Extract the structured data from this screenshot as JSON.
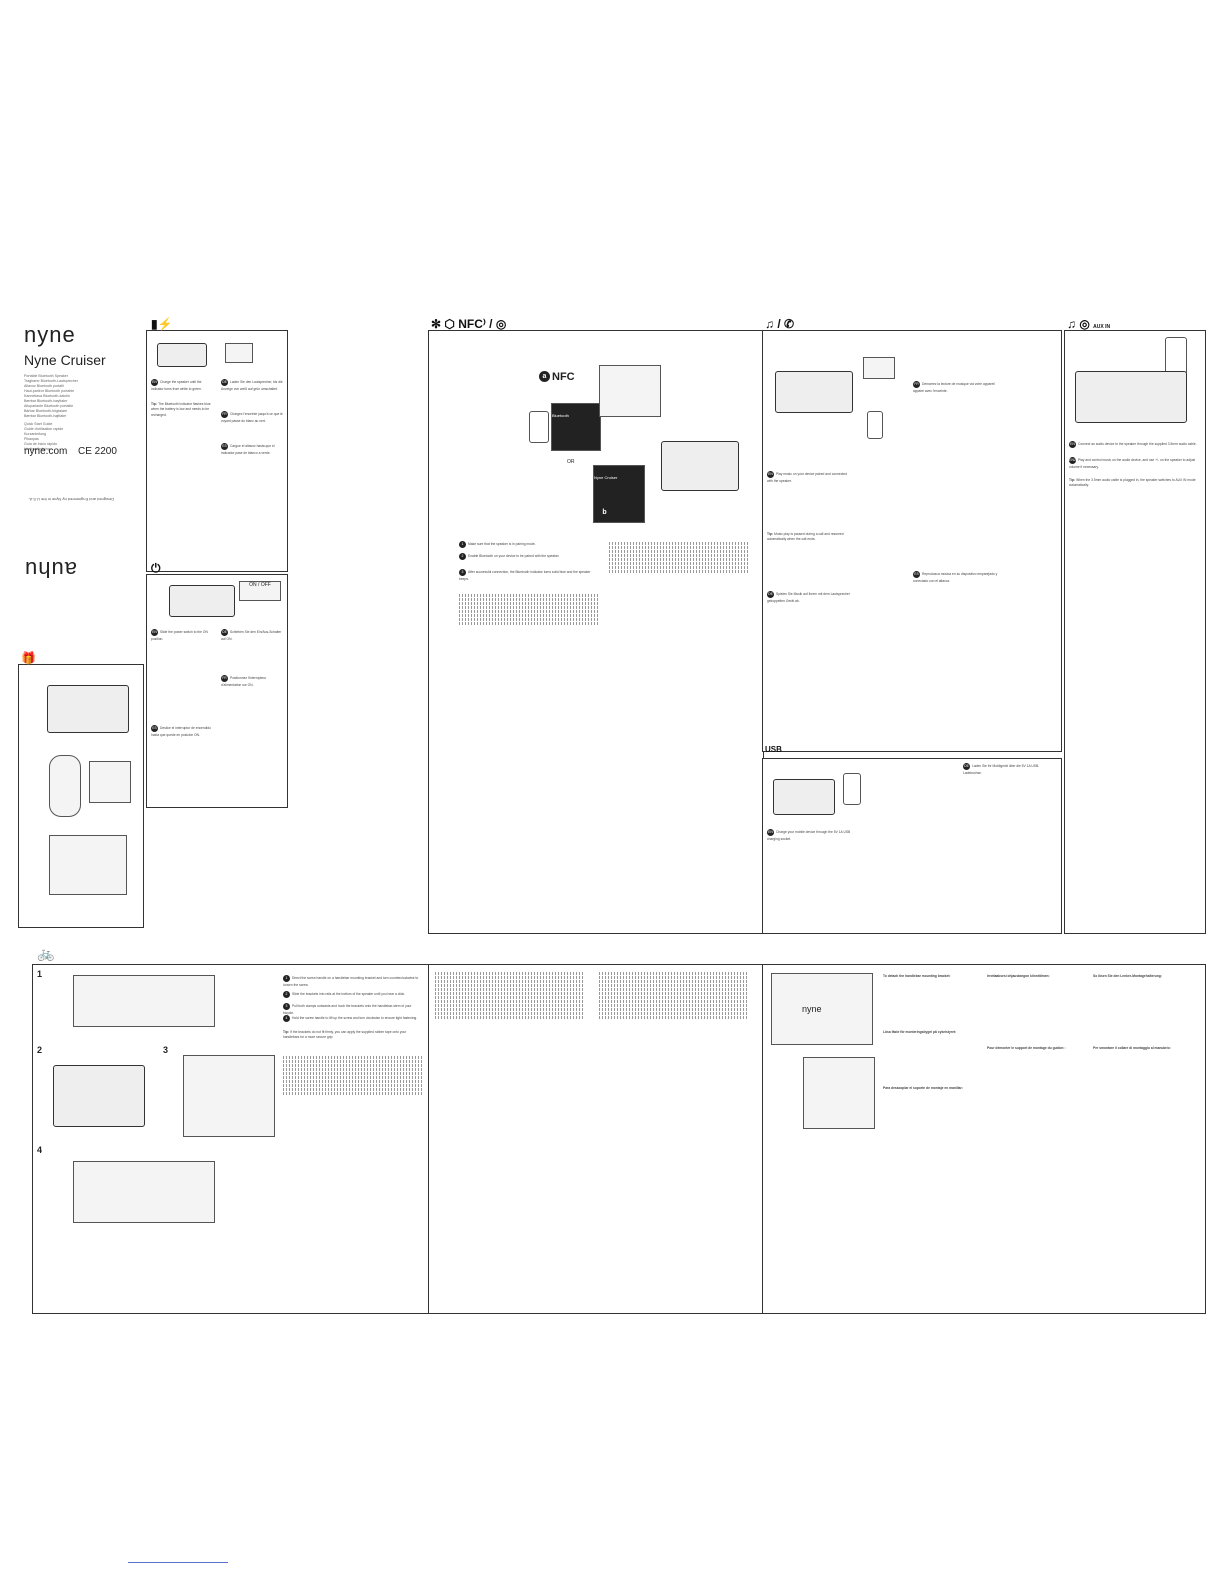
{
  "brand": {
    "logo": "nyne",
    "product": "Nyne Cruiser",
    "languages": [
      "Portable Bluetooth Speaker",
      "Tragbarer Bluetooth-Lautsprecher",
      "Altavoz Bluetooth portátil",
      "Haut-parleur Bluetooth portable",
      "Kannettava Bluetooth-kaiutin",
      "Bærbar Bluetooth-høyttaler",
      "Altoparlante Bluetooth portatile",
      "Bärbar Bluetooth-högtalare",
      "Bærbar Bluetooth-højttaler"
    ],
    "guides": [
      "Quick Start Guide",
      "Guide d'utilisation rapide",
      "Kurzanleitung",
      "Pikaopas",
      "Guía de inicio rápido",
      "Hurtigveiledning",
      "Snabbstartsguide",
      "Guida rapida",
      "Lynvejledning"
    ],
    "website": "nyne.com",
    "ce_mark": "CE 2200",
    "rotated_text": "Designed and Engineered by Nyne in the U.S.A.",
    "mirror_logo": "auhu"
  },
  "sections": {
    "power_charge": {
      "icon": "battery-icon",
      "steps": [
        {
          "num": "EN",
          "text": "Charge the speaker until the indicator turns from white to green."
        },
        {
          "num": "DE",
          "text": "Laden Sie den Lautsprecher, bis die Anzeige von weiß auf grün umschaltet."
        },
        {
          "num": "FR",
          "text": "Chargez l'enceinte jusqu'à ce que le voyant passe du blanc au vert."
        },
        {
          "num": "ES",
          "text": "Cargue el altavoz hasta que el indicador pase de blanco a verde."
        }
      ],
      "tip_label": "Tip:",
      "tip_text": "The Bluetooth indicator flashes blue when the battery is low and needs to be recharged."
    },
    "power_on": {
      "icon": "power-icon",
      "steps": [
        {
          "num": "EN",
          "text": "Slide the power switch to the ON position."
        },
        {
          "num": "DE",
          "text": "Schieben Sie den Ein/Aus-Schalter auf ON."
        },
        {
          "num": "FR",
          "text": "Positionnez l'interrupteur d'alimentation sur ON."
        },
        {
          "num": "ES",
          "text": "Deslice el interruptor de encendido hasta que quede en posición ON."
        }
      ],
      "on_label": "ON",
      "off_label": "OFF"
    },
    "pairing": {
      "header": "NFC",
      "labels": {
        "nfc_a": "a",
        "nfc_text": "NFC",
        "or": "OR",
        "b": "b",
        "device_name": "Nyne Cruiser",
        "bluetooth_label": "Bluetooth"
      },
      "steps": [
        {
          "num": "1",
          "text": "Make sure that the speaker is in pairing mode."
        },
        {
          "num": "2",
          "text": "Enable Bluetooth on your device to be paired with the speaker."
        },
        {
          "num": "3",
          "text": "After successful connection, the Bluetooth indicator turns solid blue and the speaker beeps."
        }
      ]
    },
    "music_call": {
      "header": "♫ / ✆",
      "steps": [
        {
          "num": "EN",
          "text": "Play music on your device paired and connected with the speaker."
        },
        {
          "num": "DE",
          "text": "Spielen Sie Musik auf Ihrem mit dem Lautsprecher gekoppelten Gerät ab."
        },
        {
          "num": "FR",
          "text": "Démarrez la lecture de musique via votre appareil appairé avec l'enceinte."
        },
        {
          "num": "ES",
          "text": "Reproduzca música en su dispositivo emparejado y conectado con el altavoz."
        }
      ],
      "tip_label": "Tip:",
      "tip_text": "Music play is paused during a call and resumed automatically when the call ends."
    },
    "aux_in": {
      "header": "AUX IN",
      "steps": [
        {
          "num": "EN",
          "text": "Connect an audio device to the speaker through the supplied 3.5mm audio cable."
        },
        {
          "num": "EN2",
          "text": "Play and control music on the audio device, and use +/- on the speaker to adjust volume if necessary."
        }
      ],
      "tip_label": "Tip:",
      "tip_text": "When the 3.5mm audio cable is plugged in, the speaker switches to AUX IN mode automatically."
    },
    "usb_charge": {
      "header": "USB",
      "steps": [
        {
          "num": "EN",
          "text": "Charge your mobile device through the 5V 1A USB charging socket."
        },
        {
          "num": "DE",
          "text": "Laden Sie Ihr Mobilgerät über die 5V 1A USB-Ladebuchse."
        }
      ]
    },
    "bike_mount": {
      "header": "🚲",
      "figure_labels": [
        "1",
        "2",
        "3",
        "4"
      ],
      "steps": [
        {
          "num": "1",
          "text": "Direct the screw handle on a handlebar mounting bracket and turn counterclockwise to loosen the screw."
        },
        {
          "num": "2",
          "text": "Slide the brackets into rails at the bottom of the speaker until you hear a click."
        },
        {
          "num": "3",
          "text": "Pull both clamps outwards and hook the brackets onto the handlebar-stem of your bicycle."
        },
        {
          "num": "4",
          "text": "Hold the screw handle to lift up the screw and turn clockwise to ensure tight fastening."
        }
      ],
      "tip_label": "Tip:",
      "tip_text": "If the brackets do not fit firmly, you can apply the supplied rubber tape onto your handlebars for a more secure grip."
    },
    "detach": {
      "title_en": "To detach the handlebar mounting bracket:",
      "title_fi": "Irrottaaksesi ohjaustangon kiinnittimen:",
      "title_fr": "Pour démonter le support de montage du guidon :",
      "title_de": "So lösen Sie den Lenker-Montagehalterung:",
      "title_sv": "Lösa fäste för monteringsbygel på cykelstyret:",
      "title_es": "Para desacoplar el soporte de montaje en manillar:",
      "title_it": "Per smontare il collare di montaggio al manubrio:",
      "brand_on_speaker": "nyne"
    }
  }
}
